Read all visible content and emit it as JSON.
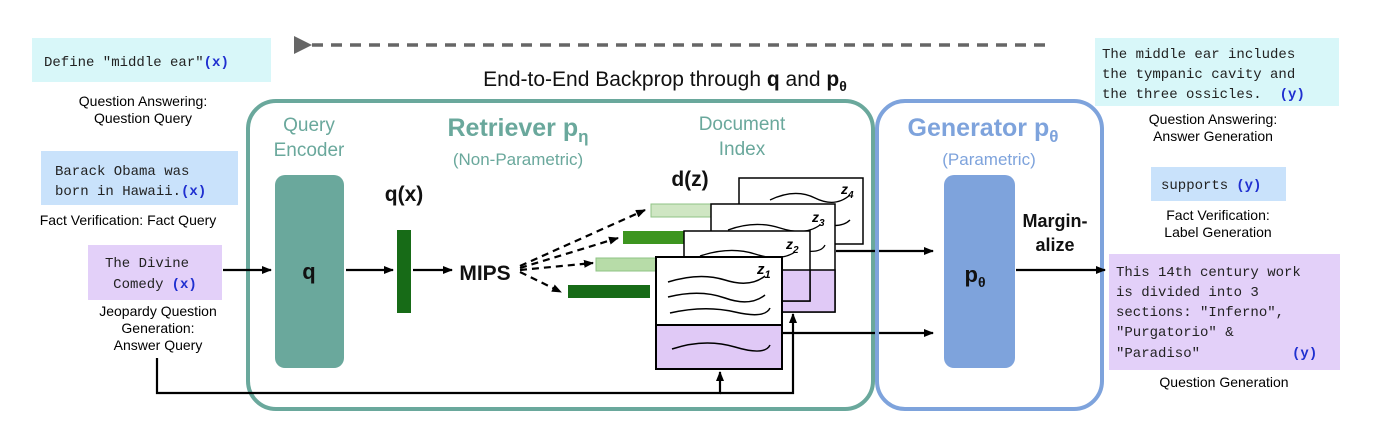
{
  "backprop": {
    "prefix": "End-to-End Backprop through ",
    "q": "q",
    "and": " and ",
    "p": "p",
    "theta": "θ"
  },
  "inputs": {
    "qa": {
      "text": "Define \"middle ear\"",
      "var": "(x)",
      "caption1": "Question Answering:",
      "caption2": "Question Query"
    },
    "fv": {
      "line1": "Barack Obama was",
      "line2": "born in Hawaii.",
      "var": "(x)",
      "caption": "Fact Verification: Fact Query"
    },
    "jeopardy": {
      "line1": "The Divine",
      "line2": "Comedy",
      "var": "(x)",
      "caption1": "Jeopardy Question",
      "caption2": "Generation:",
      "caption3": "Answer Query"
    }
  },
  "retriever": {
    "title": "Retriever p",
    "title_sub": "η",
    "subtitle": "(Non-Parametric)",
    "query_encoder1": "Query",
    "query_encoder2": "Encoder",
    "q_block": "q",
    "qx": "q(x)",
    "mips": "MIPS",
    "doc_index1": "Document",
    "doc_index2": "Index",
    "dz": "d(z)",
    "docs": [
      "z",
      "z",
      "z",
      "z"
    ],
    "doc_subs": [
      "4",
      "3",
      "2",
      "1"
    ]
  },
  "generator": {
    "title": "Generator p",
    "title_sub": "θ",
    "subtitle": "(Parametric)",
    "block": "p",
    "block_sub": "θ",
    "marginalize1": "Margin-",
    "marginalize2": "alize"
  },
  "outputs": {
    "qa": {
      "line1": "The middle ear includes",
      "line2": "the tympanic cavity and",
      "line3": "the three ossicles.",
      "var": "(y)",
      "caption1": "Question Answering:",
      "caption2": "Answer Generation"
    },
    "fv": {
      "text": "supports",
      "var": "(y)",
      "caption1": "Fact Verification:",
      "caption2": "Label Generation"
    },
    "qg": {
      "line1": "This 14th century work",
      "line2": "is divided into 3",
      "line3": "sections: \"Inferno\",",
      "line4": "\"Purgatorio\" &",
      "line5": "\"Paradiso\"",
      "var": "(y)",
      "caption": "Question Generation"
    }
  },
  "colors": {
    "retriever": "#6aa89c",
    "generator": "#7ea3dc",
    "green_dark": "#176b17",
    "green_light": "#cfe6c3",
    "doc_purple": "#e0c9f6",
    "box_cyan": "#d8f7f9",
    "box_blue": "#c9e2fb",
    "box_purple": "#e3d0f9",
    "var_blue": "#1f2fd0"
  }
}
